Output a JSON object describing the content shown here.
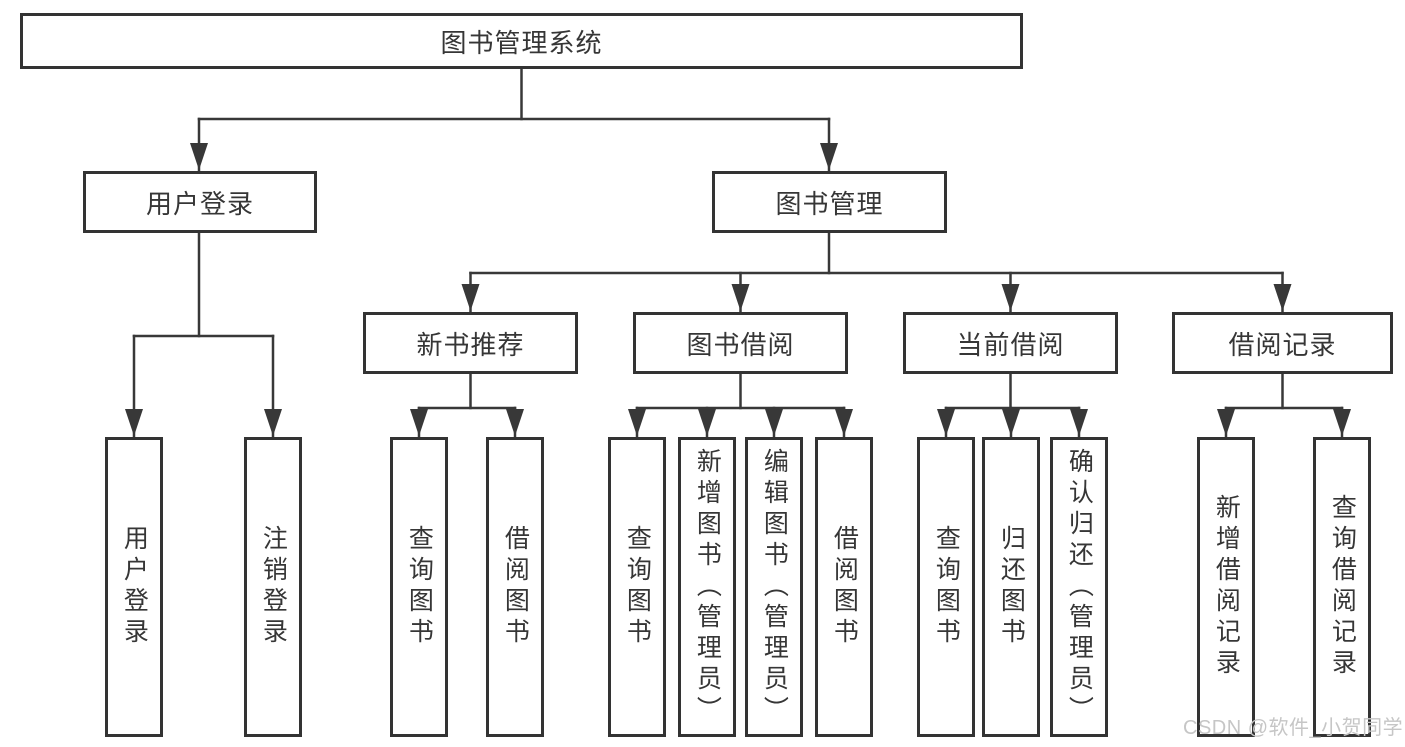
{
  "nodes": {
    "root": "图书管理系统",
    "user_login": "用户登录",
    "book_management": "图书管理",
    "new_book_recommend": "新书推荐",
    "book_borrowing": "图书借阅",
    "current_borrowing": "当前借阅",
    "borrowing_records": "借阅记录",
    "leaf_user_login": "用户登录",
    "leaf_logout": "注销登录",
    "leaf_recommend_query_books": "查询图书",
    "leaf_recommend_borrow_books": "借阅图书",
    "leaf_borrow_query_books": "查询图书",
    "leaf_borrow_add_books": "新增图书（管理员）",
    "leaf_borrow_edit_books": "编辑图书（管理员）",
    "leaf_borrow_borrow_books": "借阅图书",
    "leaf_current_query_books": "查询图书",
    "leaf_current_return_books": "归还图书",
    "leaf_current_confirm_return": "确认归还（管理员）",
    "leaf_records_add_record": "新增借阅记录",
    "leaf_records_query_record": "查询借阅记录"
  },
  "watermark": "CSDN @软件_小贺同学",
  "colors": {
    "line": "#383838",
    "box_border": "#333333",
    "text": "#363636",
    "watermark": "#c6c6c6",
    "background": "#ffffff"
  }
}
